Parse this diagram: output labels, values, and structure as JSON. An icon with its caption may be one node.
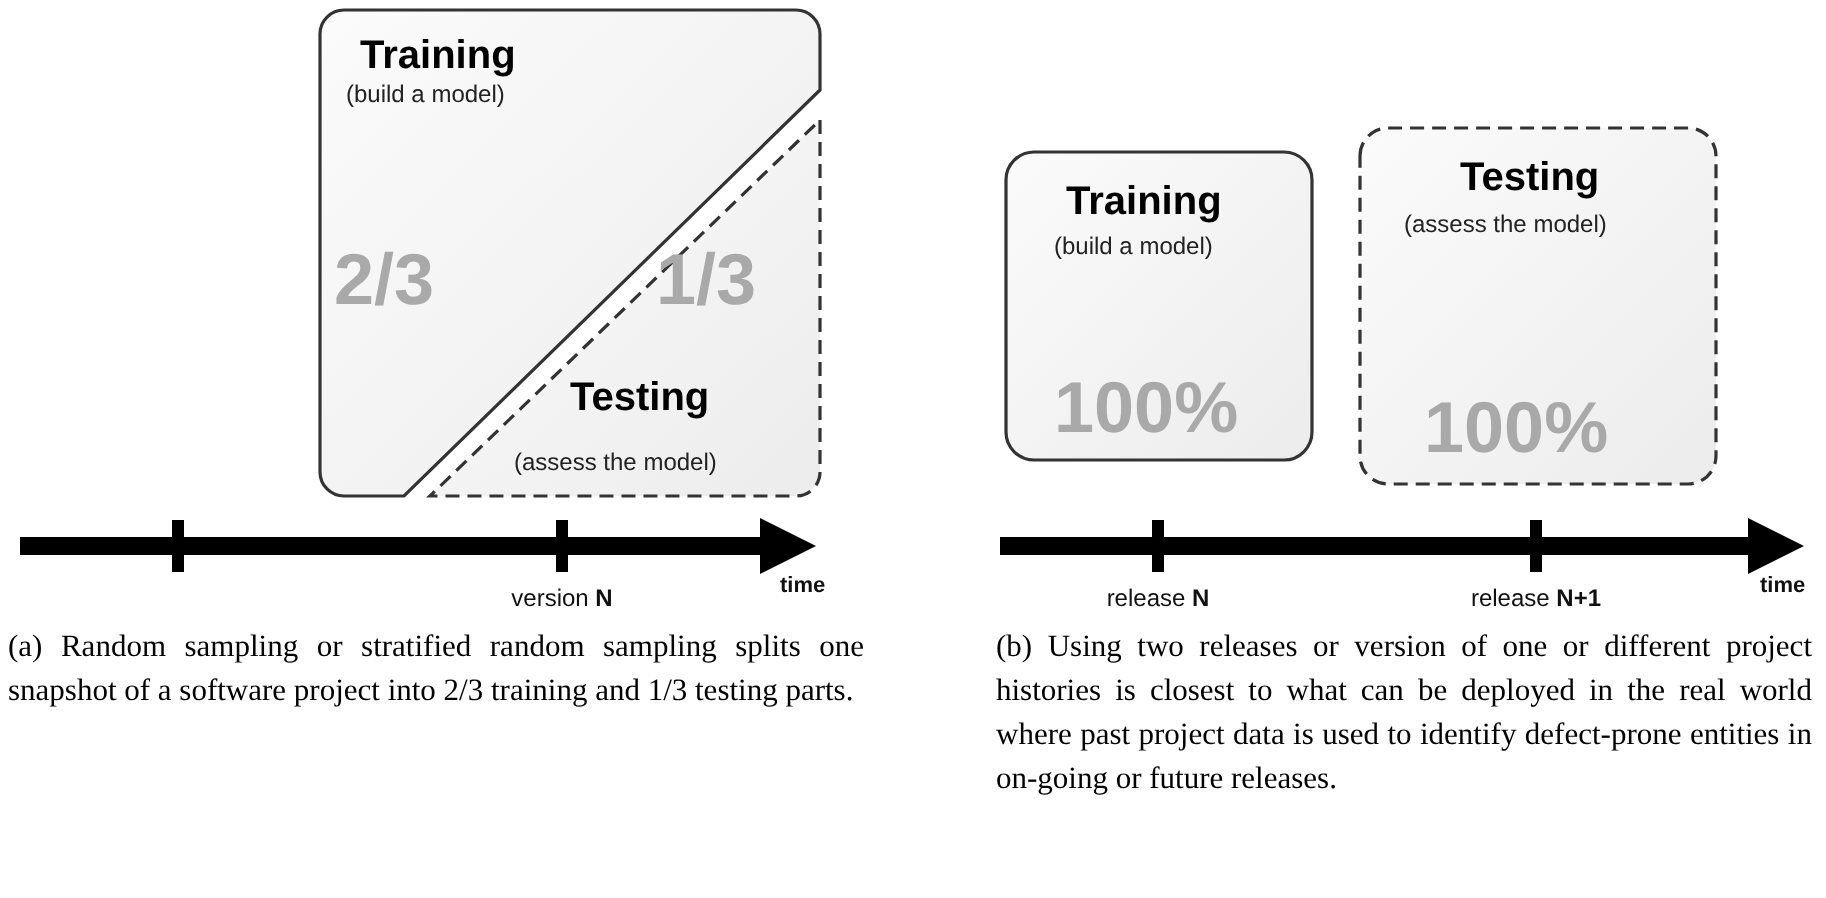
{
  "diagram": {
    "nodes": [
      {
        "text": [
          "Training",
          "(build a model)",
          "2/3"
        ]
      },
      {
        "text": [
          "1/3",
          "Testing",
          "(assess the model)"
        ]
      },
      {
        "text": [
          "Training",
          "(build a model)",
          "100%"
        ]
      },
      {
        "text": [
          "Testing",
          "(assess the model)",
          "100%"
        ]
      }
    ],
    "labels": [
      "version **N**",
      "time",
      "release **N**",
      "release **N+1**",
      "time",
      "(a) Random sampling or stratified random sampling splits one snapshot of a software project into 2/3 training and 1/3 testing parts.",
      "(b) Using two releases or version of one or different project histories is closest to what can be deployed in the real world where past project data is used to identify defect-prone entities in on-going or future releases."
    ]
  }
}
